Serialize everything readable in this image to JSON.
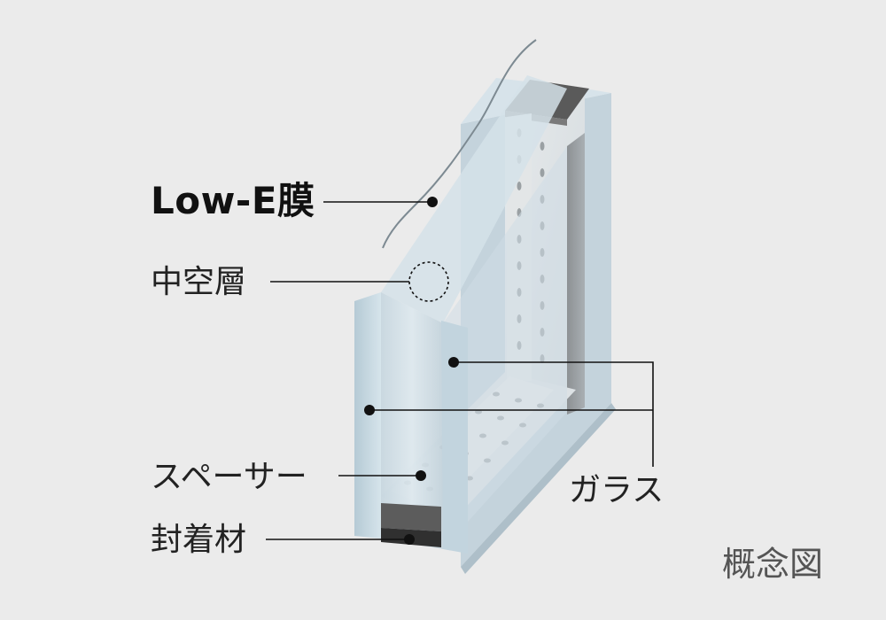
{
  "labels": {
    "low_e": "Low-E膜",
    "air_layer": "中空層",
    "spacer": "スペーサー",
    "sealant": "封着材",
    "glass": "ガラス"
  },
  "caption": "概念図",
  "colors": {
    "background": "#ebebeb",
    "glass": "#c9d8e0",
    "spacer": "#5c5c5c",
    "sealant": "#333333",
    "leader_line": "#111111"
  }
}
